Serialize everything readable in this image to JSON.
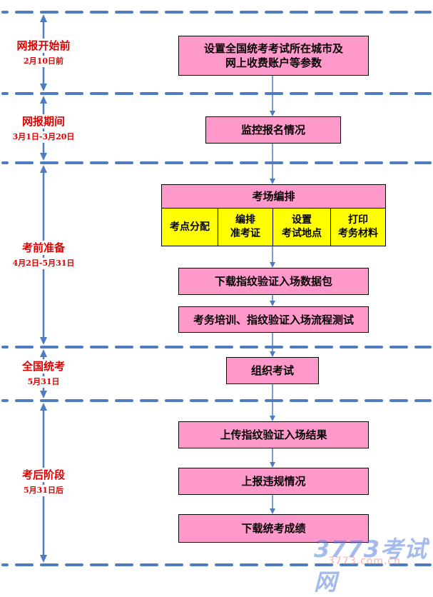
{
  "colors": {
    "timeline": "#4F7CC0",
    "box_fill": "#FF99CC",
    "cell_fill": "#FFFF00",
    "phase_text": "#E00000",
    "connector": "#4F7CC0"
  },
  "phases": [
    {
      "name": "网报开始前",
      "date": "2月10日前"
    },
    {
      "name": "网报期间",
      "date": "3月1日-3月20日"
    },
    {
      "name": "考前准备",
      "date": "4月2日-5月31日"
    },
    {
      "name": "全国统考",
      "date": "5月31日"
    },
    {
      "name": "考后阶段",
      "date": "5月31日后"
    }
  ],
  "steps": {
    "set_params": "设置全国统考考试所在城市及\n网上收费账户等参数",
    "monitor_registration": "监控报名情况",
    "room_arrangement": {
      "title": "考场编排",
      "subtasks": [
        "考点分配",
        "编排\n准考证",
        "设置\n考试地点",
        "打印\n考务材料"
      ]
    },
    "download_fingerprint_pkg": "下载指纹验证入场数据包",
    "training_and_test": "考务培训、指纹验证入场流程测试",
    "organize_exam": "组织考试",
    "upload_results": "上传指纹验证入场结果",
    "report_violations": "上报违规情况",
    "download_scores": "下载统考成绩"
  },
  "watermark": {
    "logo": "3773考试网",
    "url": "3773.com.cn"
  }
}
